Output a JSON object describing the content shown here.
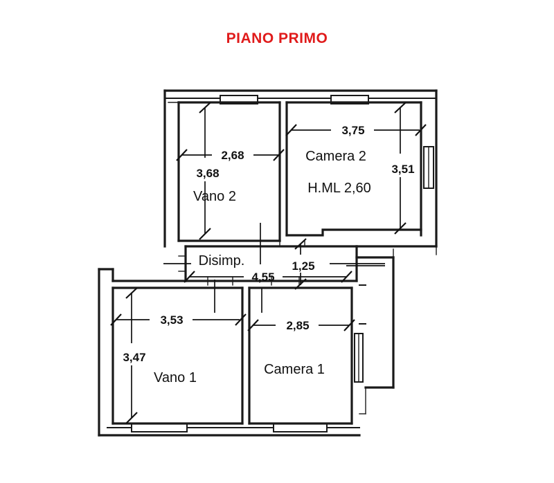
{
  "document": {
    "title": "PIANO PRIMO",
    "title_color": "#e01b1b",
    "background_color": "#ffffff",
    "line_color": "#1a1a1a",
    "type": "architectural-floor-plan"
  },
  "rooms": [
    {
      "id": "vano2",
      "label": "Vano 2",
      "width": "2,68",
      "height": "3,68"
    },
    {
      "id": "camera2",
      "label": "Camera 2",
      "note": "H.ML 2,60",
      "width": "3,75",
      "height": "3,51"
    },
    {
      "id": "disimp",
      "label": "Disimp.",
      "width": "4,55",
      "height": "1,25"
    },
    {
      "id": "vano1",
      "label": "Vano 1",
      "width": "3,53",
      "height": "3,47"
    },
    {
      "id": "camera1",
      "label": "Camera 1",
      "width": "2,85"
    }
  ],
  "labels": {
    "vano2": "Vano 2",
    "camera2": "Camera 2",
    "camera2_height_note": "H.ML 2,60",
    "disimp": "Disimp.",
    "vano1": "Vano 1",
    "camera1": "Camera 1"
  },
  "dimensions": {
    "vano2_width": "2,68",
    "vano2_height": "3,68",
    "camera2_width": "3,75",
    "camera2_height": "3,51",
    "disimp_width": "4,55",
    "disimp_height": "1,25",
    "vano1_width": "3,53",
    "vano1_height": "3,47",
    "camera1_width": "2,85"
  }
}
